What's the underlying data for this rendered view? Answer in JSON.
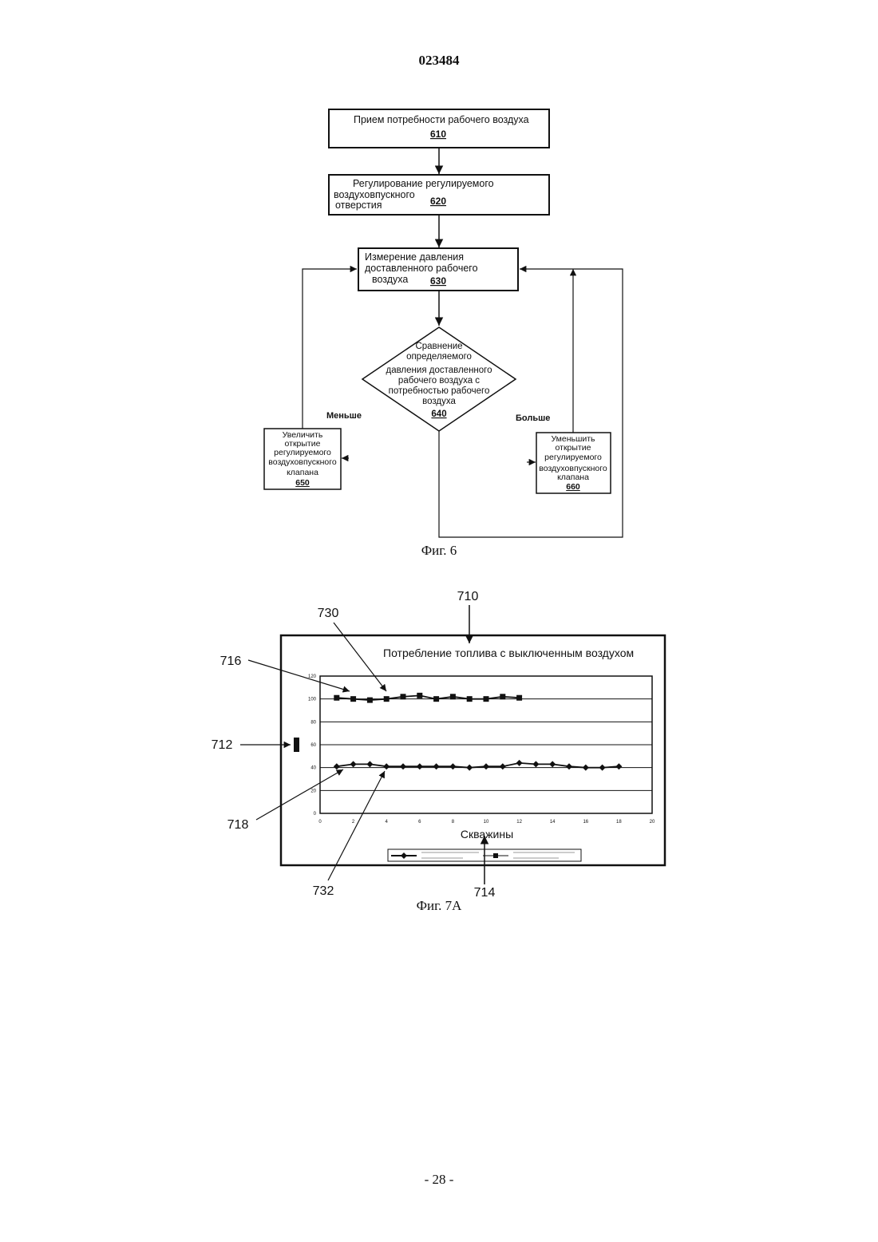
{
  "document": {
    "patent_number": "023484",
    "page_number": "- 28 -"
  },
  "figure6": {
    "caption": "Фиг. 6",
    "box610": {
      "lines": [
        "Прием потребности рабочего воздуха"
      ],
      "ref": "610"
    },
    "box620": {
      "lines": [
        "Регулирование регулируемого",
        "воздуховпускного",
        "отверстия"
      ],
      "ref": "620"
    },
    "box630": {
      "lines": [
        "Измерение давления",
        "доставленного рабочего",
        "воздуха"
      ],
      "ref": "630"
    },
    "diamond640": {
      "lines": [
        "Сравнение",
        "определяемого",
        "давления доставленного",
        "рабочего воздуха с",
        "потребностью рабочего",
        "воздуха"
      ],
      "ref": "640"
    },
    "box650": {
      "lines": [
        "Увеличить",
        "открытие",
        "регулируемого",
        "воздуховпускного",
        "клапана"
      ],
      "ref": "650"
    },
    "box660": {
      "lines": [
        "Уменьшить",
        "открытие",
        "регулируемого",
        "воздуховпускного",
        "клапана"
      ],
      "ref": "660"
    },
    "label_less": "Меньше",
    "label_more": "Больше"
  },
  "figure7a": {
    "caption": "Фиг. 7A",
    "refs": {
      "r710": "710",
      "r712": "712",
      "r714": "714",
      "r716": "716",
      "r718": "718",
      "r730": "730",
      "r732": "732"
    },
    "chart_data": {
      "type": "line",
      "title": "Потребление топлива с выключенным воздухом",
      "xlabel": "Скважины",
      "ylabel": "",
      "xlim": [
        0,
        20
      ],
      "ylim": [
        0,
        120
      ],
      "x_ticks": [
        "0",
        "2",
        "4",
        "6",
        "8",
        "10",
        "12",
        "14",
        "16",
        "18",
        "20"
      ],
      "y_ticks": [
        "0",
        "20",
        "40",
        "60",
        "80",
        "100",
        "120"
      ],
      "grid": true,
      "legend_position": "bottom",
      "series": [
        {
          "name": "",
          "marker": "square",
          "x": [
            1,
            2,
            3,
            4,
            5,
            6,
            7,
            8,
            9,
            10,
            11,
            12
          ],
          "values": [
            101,
            100,
            99,
            100,
            102,
            103,
            100,
            102,
            100,
            100,
            102,
            101
          ]
        },
        {
          "name": "",
          "marker": "diamond",
          "x": [
            1,
            2,
            3,
            4,
            5,
            6,
            7,
            8,
            9,
            10,
            11,
            12,
            13,
            14,
            15,
            16,
            17,
            18
          ],
          "values": [
            41,
            43,
            43,
            41,
            41,
            41,
            41,
            41,
            40,
            41,
            41,
            44,
            43,
            43,
            41,
            40,
            40,
            41
          ]
        }
      ]
    }
  }
}
